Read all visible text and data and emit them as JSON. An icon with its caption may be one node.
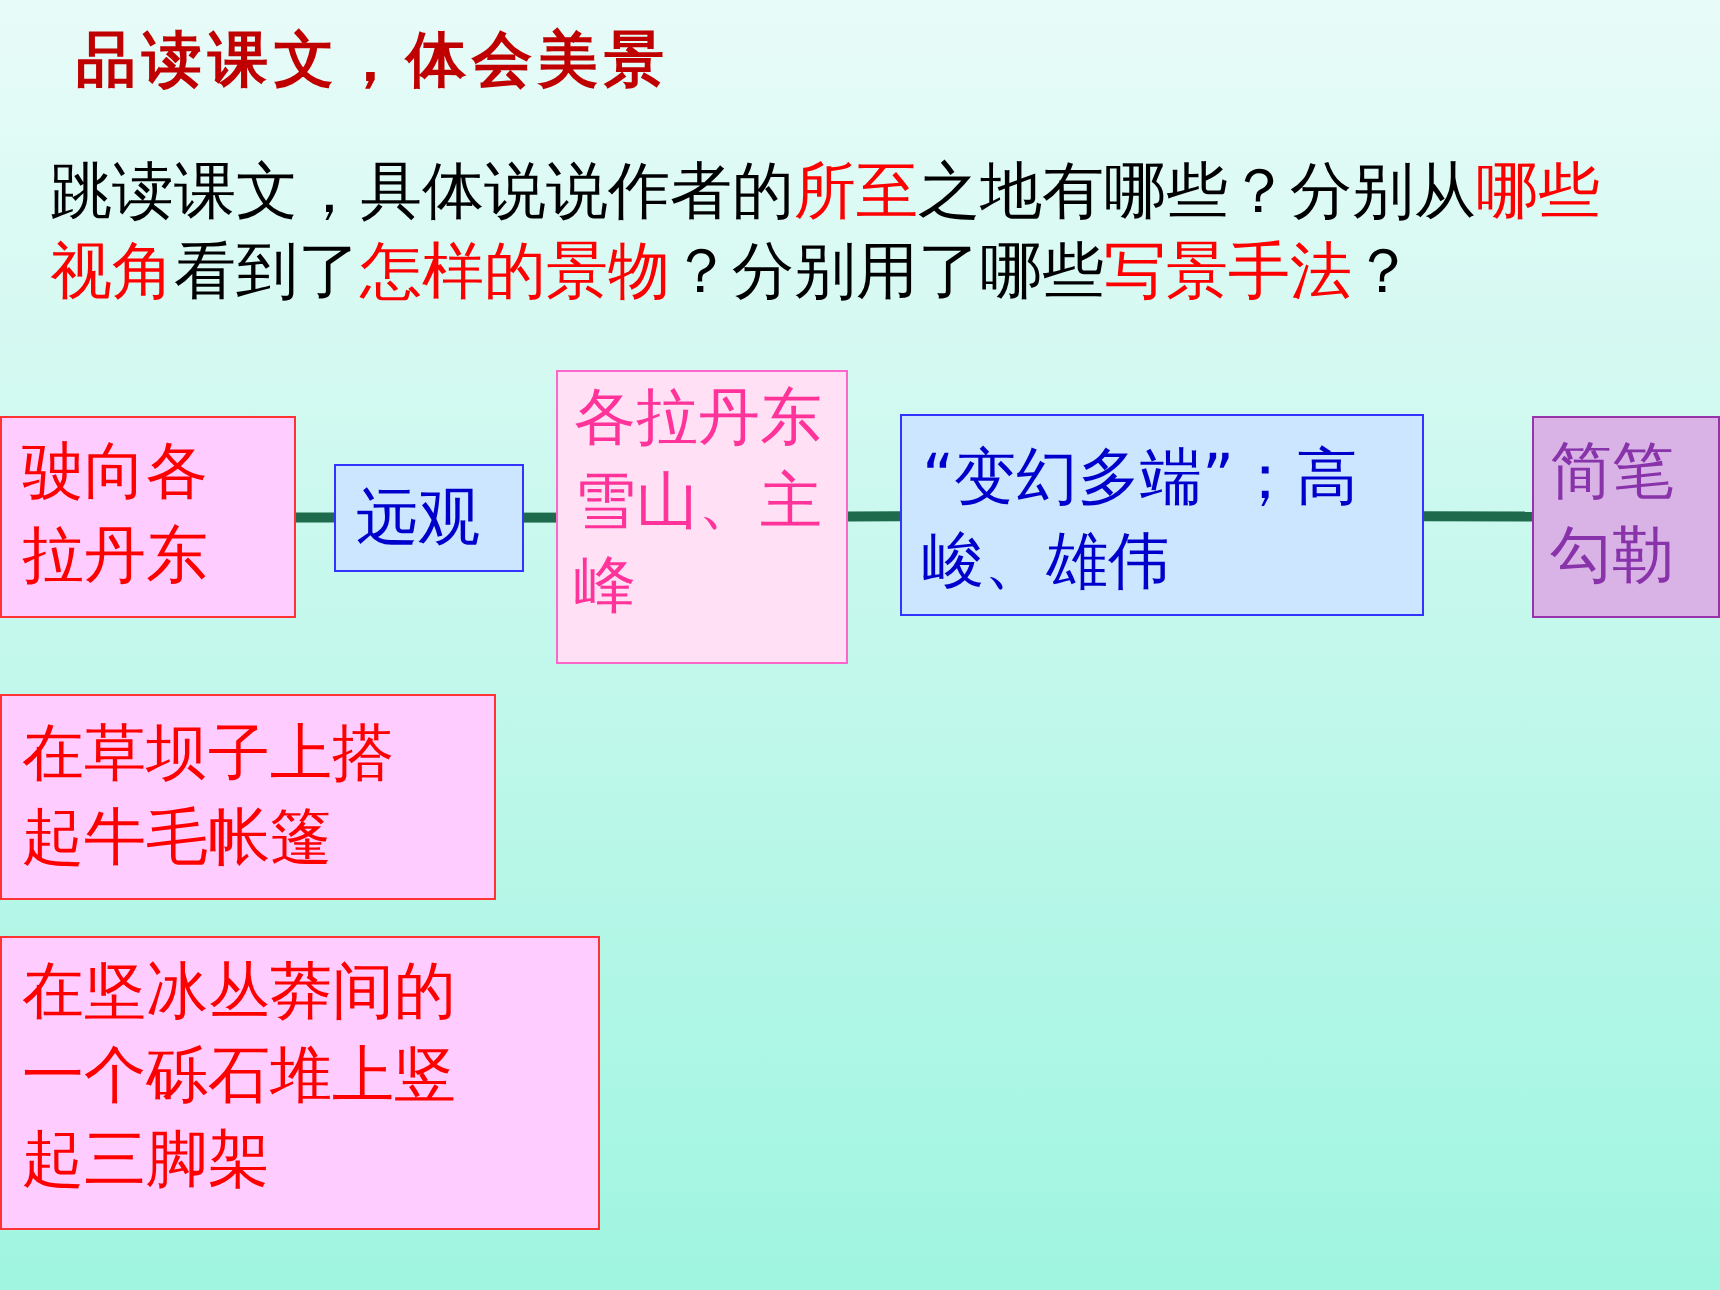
{
  "diagram": {
    "title": "品读课文，体会美景",
    "nodes": [
      {
        "text": [
          "驶向各拉丹东"
        ]
      },
      {
        "text": [
          "远观"
        ]
      },
      {
        "text": [
          "各拉丹东雪山、主峰"
        ]
      },
      {
        "text": [
          "“变幻多端”；高峻、雄伟"
        ]
      },
      {
        "text": [
          "简笔勾勒"
        ]
      },
      {
        "text": [
          "在草坝子上搭起牛毛帐篷"
        ]
      },
      {
        "text": [
          "在坚冰丛莽间的一个砾石堆上竖起三脚架"
        ]
      }
    ],
    "edges": [
      {
        "from": 0,
        "to": 1,
        "arrow": "none"
      },
      {
        "from": 1,
        "to": 2,
        "arrow": "none"
      },
      {
        "from": 2,
        "to": 3,
        "arrow": "none"
      },
      {
        "from": 3,
        "to": 4,
        "arrow": "none"
      }
    ],
    "labels": [
      "跳读课文，具体说说作者的**所至**之地有哪些？分别从**哪些视角**看到了**怎样的景物**？分别用了哪些**写景手法**？"
    ]
  }
}
